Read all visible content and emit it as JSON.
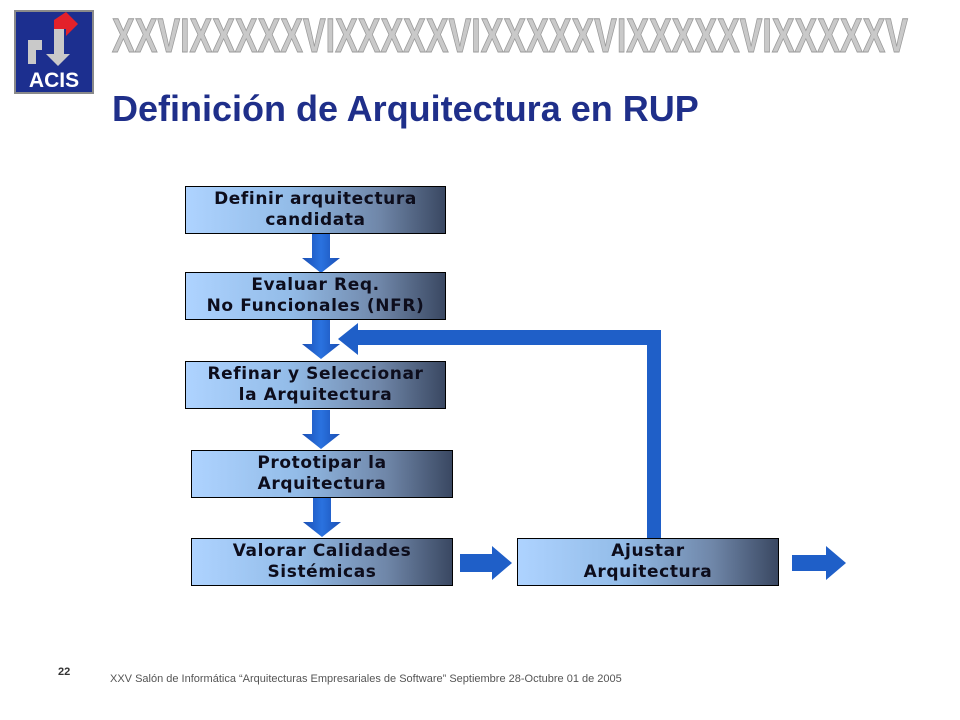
{
  "logo": {
    "text": "ACIS"
  },
  "banner": {
    "pattern": "XXVIXXXXXVIXXXXXVIXXXXXVIXXXXXVIXXXXXV"
  },
  "title": "Definición de Arquitectura en RUP",
  "boxes": [
    {
      "lines": [
        "Definir arquitectura",
        "candidata"
      ]
    },
    {
      "lines": [
        "Evaluar Req.",
        "No Funcionales (NFR)"
      ]
    },
    {
      "lines": [
        "Refinar y Seleccionar",
        "la Arquitectura"
      ]
    },
    {
      "lines": [
        "Prototipar la",
        "Arquitectura"
      ]
    },
    {
      "lines": [
        "Valorar Calidades",
        "Sistémicas"
      ]
    },
    {
      "lines": [
        "Ajustar",
        "Arquitectura"
      ]
    }
  ],
  "slide_number": "22",
  "footer": "XXV  Salón de Informática “Arquitecturas Empresariales de Software” Septiembre 28-Octubre 01 de 2005",
  "colors": {
    "title": "#1f2f8a",
    "arrow": "#1f5fc8",
    "box_light": "#aed3ff",
    "box_dark": "#3a4862"
  }
}
